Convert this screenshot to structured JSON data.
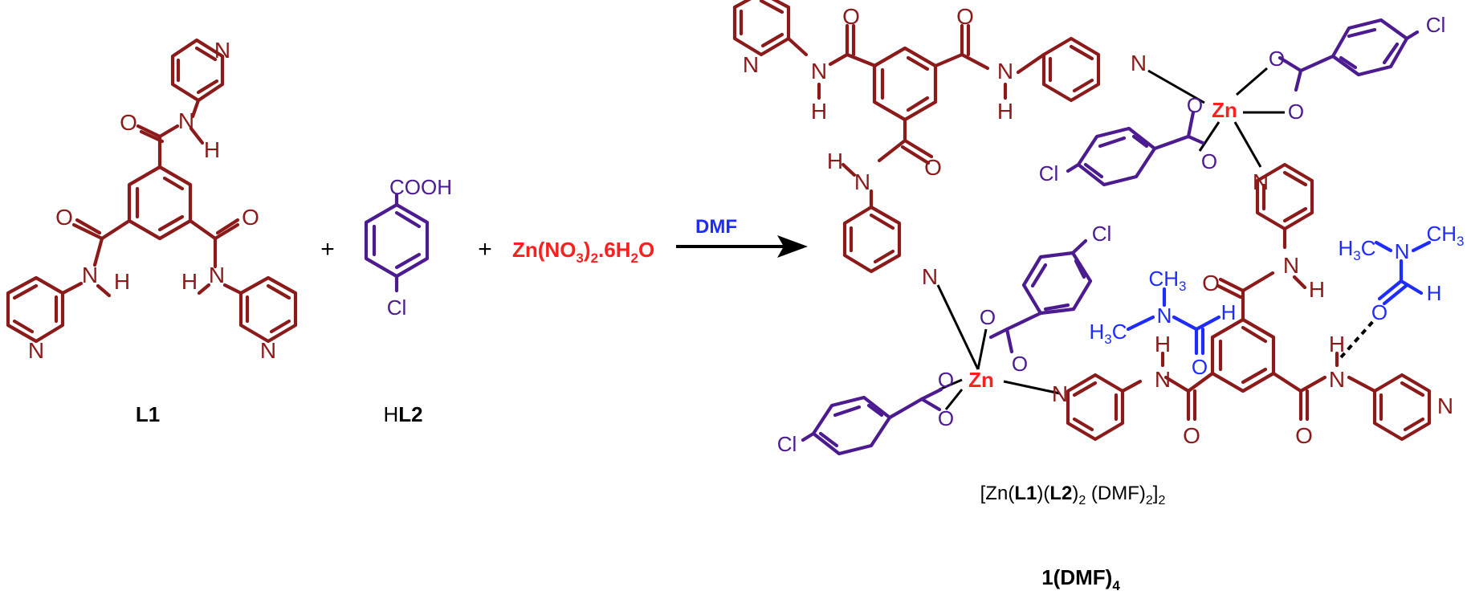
{
  "colors": {
    "ligand_l1": "#8b1a1a",
    "ligand_l2": "#4b1b8f",
    "metal": "#ff1f1f",
    "solvent": "#1f2cff",
    "bond": "#000000",
    "label": "#000000"
  },
  "atoms": {
    "N": "N",
    "O": "O",
    "H": "H",
    "Cl": "Cl",
    "Zn": "Zn",
    "C": "C",
    "CH3_sub": "3",
    "CH3_main": "CH",
    "H3C_main": "H",
    "H3C_sub": "3",
    "H3C_tail": "C"
  },
  "reactants": {
    "l1_label": "L1",
    "hl2_prefix": "H",
    "hl2_bold": "L2",
    "cooh": "COOH",
    "plus_1": "+",
    "plus_2": "+"
  },
  "reagent": {
    "a": "Zn(NO",
    "b": "3",
    "c": ")",
    "d": "2",
    "e": ".6H",
    "f": "2",
    "g": "O"
  },
  "arrow": {
    "label": "DMF"
  },
  "product": {
    "formula": {
      "p1": "[Zn(",
      "p2": "L1",
      "p3": ")(",
      "p4": "L2",
      "p5": ")",
      "p6": "2",
      "p7": " (DMF)",
      "p8": "2",
      "p9": "]",
      "p10": "2"
    },
    "label_main": "1(DMF)",
    "label_sub": "4"
  }
}
